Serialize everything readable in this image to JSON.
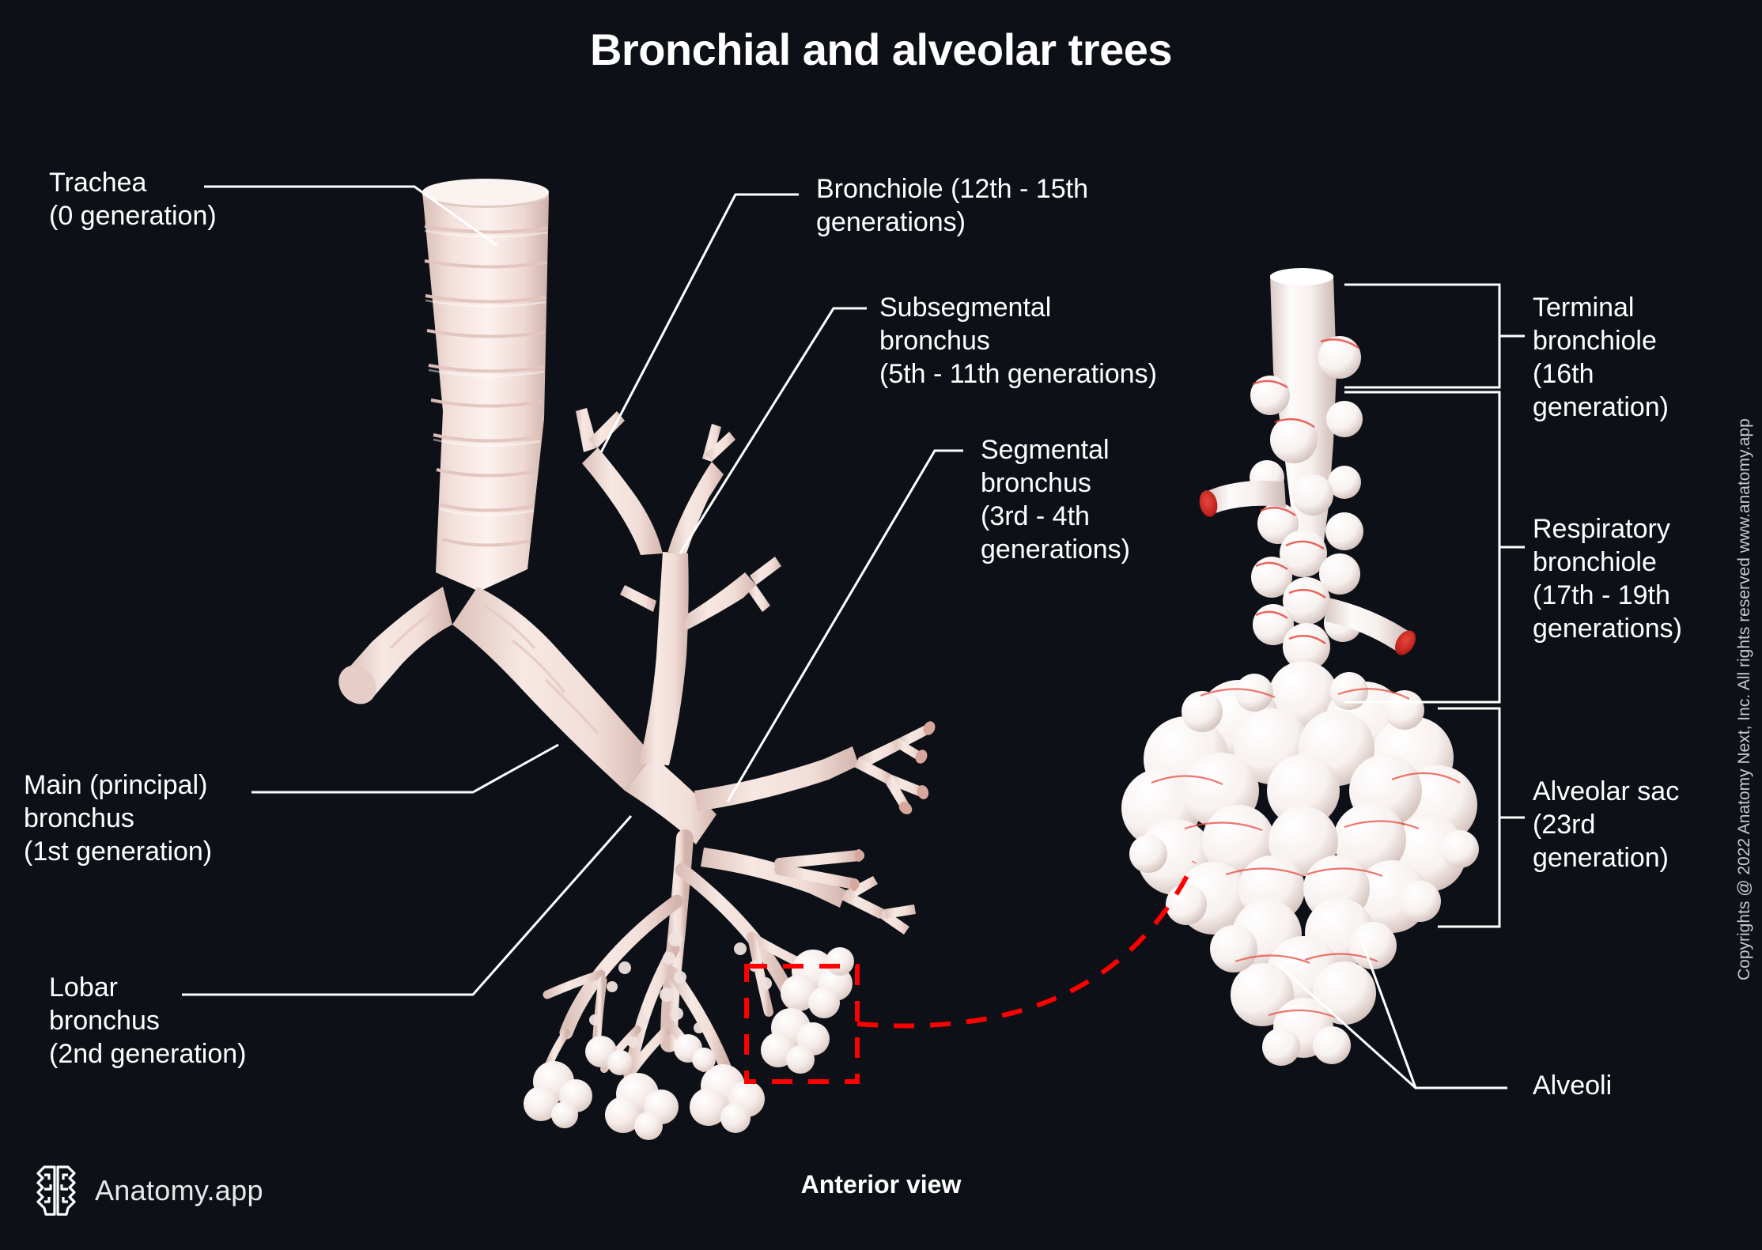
{
  "title": "Bronchial and alveolar trees",
  "caption": "Anterior view",
  "logo": {
    "icon": "brain-icon",
    "text": "Anatomy.app"
  },
  "copyright": "Copyrights @ 2022 Anatomy Next, Inc. All rights reserved www.anatomy.app",
  "colors": {
    "background": "#0d1117",
    "text": "#ffffff",
    "leader_line": "#ffffff",
    "highlight_box": "#ff0000",
    "tissue_light": "#f7e9e4",
    "tissue_mid": "#efd9d3",
    "tissue_shadow": "#dcc0b9",
    "lumen_red": "#d42a24",
    "alveolus_white": "#f6efed",
    "alveolus_seam": "#e8493f"
  },
  "labels": {
    "trachea": "Trachea\n(0 generation)",
    "main_bronchus": "Main (principal)\nbronchus\n(1st generation)",
    "lobar_bronchus": "Lobar\nbronchus\n(2nd generation)",
    "bronchiole": "Bronchiole (12th - 15th\ngenerations)",
    "subsegmental_bronchus": "Subsegmental\nbronchus\n(5th - 11th generations)",
    "segmental_bronchus": "Segmental\nbronchus\n(3rd - 4th\ngenerations)",
    "terminal_bronchiole": "Terminal\nbronchiole\n(16th\ngeneration)",
    "respiratory_bronchiole": "Respiratory\nbronchiole\n(17th - 19th\ngenerations)",
    "alveolar_sac": "Alveolar sac\n(23rd\ngeneration)",
    "alveoli": "Alveoli"
  },
  "structures": [
    {
      "name": "trachea",
      "generation": "0"
    },
    {
      "name": "main (principal) bronchus",
      "generation": "1st"
    },
    {
      "name": "lobar bronchus",
      "generation": "2nd"
    },
    {
      "name": "segmental bronchus",
      "generation": "3rd - 4th"
    },
    {
      "name": "subsegmental bronchus",
      "generation": "5th - 11th"
    },
    {
      "name": "bronchiole",
      "generation": "12th - 15th"
    },
    {
      "name": "terminal bronchiole",
      "generation": "16th"
    },
    {
      "name": "respiratory bronchiole",
      "generation": "17th - 19th"
    },
    {
      "name": "alveolar sac",
      "generation": "23rd"
    },
    {
      "name": "alveoli",
      "generation": ""
    }
  ]
}
